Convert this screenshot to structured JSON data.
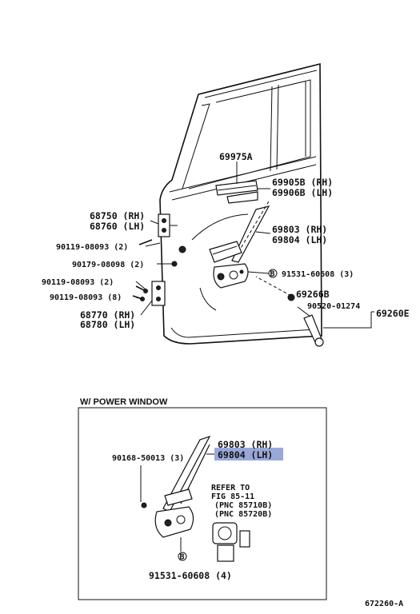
{
  "labels": {
    "l1": "69975A",
    "l2": "69905B (RH)",
    "l3": "69906B (LH)",
    "l4": "68750 (RH)",
    "l5": "68760 (LH)",
    "l6": "69803 (RH)",
    "l7": "69804 (LH)",
    "l8": "90119-08093 (2)",
    "l9": "90179-08098 (2)",
    "l10": "91531-60608 (3)",
    "l11": "90119-08093 (2)",
    "l12": "90119-08093 (8)",
    "l13": "69266B",
    "l14": "90520-01274",
    "l15": "69260E",
    "l16": "68770 (RH)",
    "l17": "68780 (LH)"
  },
  "inset": {
    "title": "W/ POWER WINDOW",
    "l1": "69803 (RH)",
    "l2": "69804 (LH)",
    "l3": "90168-50013 (3)",
    "refer1": "REFER TO",
    "refer2": "FIG 85-11",
    "refer3": "(PNC 85710B)",
    "refer4": "(PNC 85720B)",
    "l4": "91531-60608 (4)"
  },
  "markers": {
    "b": "B"
  },
  "footer": {
    "code": "672260-A"
  },
  "colors": {
    "highlight": "#9aa8d8"
  }
}
